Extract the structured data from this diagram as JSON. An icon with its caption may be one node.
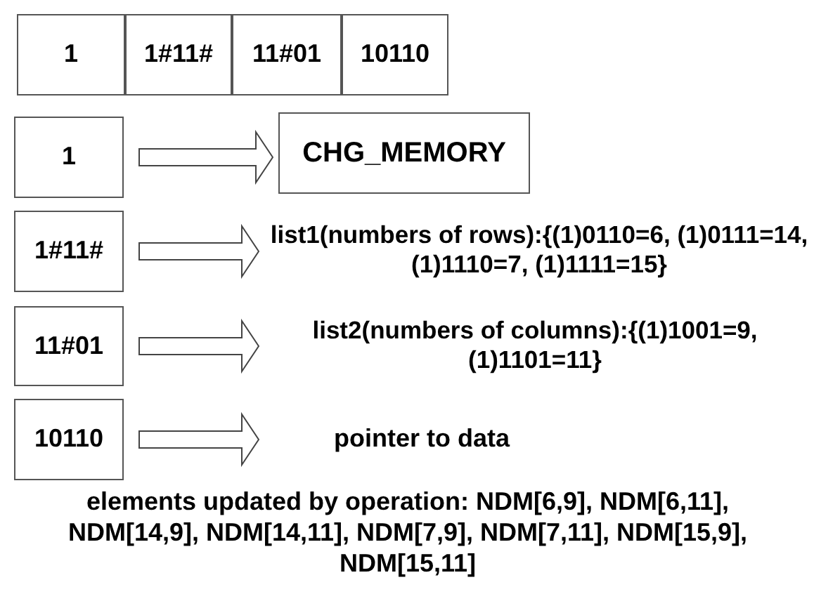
{
  "diagram": {
    "nodes": [
      {
        "text": [
          "1"
        ]
      },
      {
        "text": [
          "1#11#"
        ]
      },
      {
        "text": [
          "11#01"
        ]
      },
      {
        "text": [
          "10110"
        ]
      },
      {
        "text": [
          "1"
        ]
      },
      {
        "text": [
          "1#11#"
        ]
      },
      {
        "text": [
          "11#01"
        ]
      },
      {
        "text": [
          "10110"
        ]
      },
      {
        "text": [
          "CHG_MEMORY"
        ]
      },
      {
        "text": [
          "list1(numbers of rows):{(1)0110=6, (1)0111=14, (1)1110=7, (1)1111=15}"
        ]
      },
      {
        "text": [
          "list2(numbers of columns):{(1)1001=9, (1)1101=11}"
        ]
      },
      {
        "text": [
          "pointer to data"
        ]
      }
    ],
    "edges": [
      {
        "from": 4,
        "to": 8,
        "arrow": "to"
      },
      {
        "from": 5,
        "to": 9,
        "arrow": "to"
      },
      {
        "from": 6,
        "to": 10,
        "arrow": "to"
      },
      {
        "from": 7,
        "to": 11,
        "arrow": "to"
      }
    ],
    "labels": [
      "elements updated by operation: NDM[6,9], NDM[6,11], NDM[14,9], NDM[14,11], NDM[7,9], NDM[7,11], NDM[15,9], NDM[15,11]"
    ]
  }
}
